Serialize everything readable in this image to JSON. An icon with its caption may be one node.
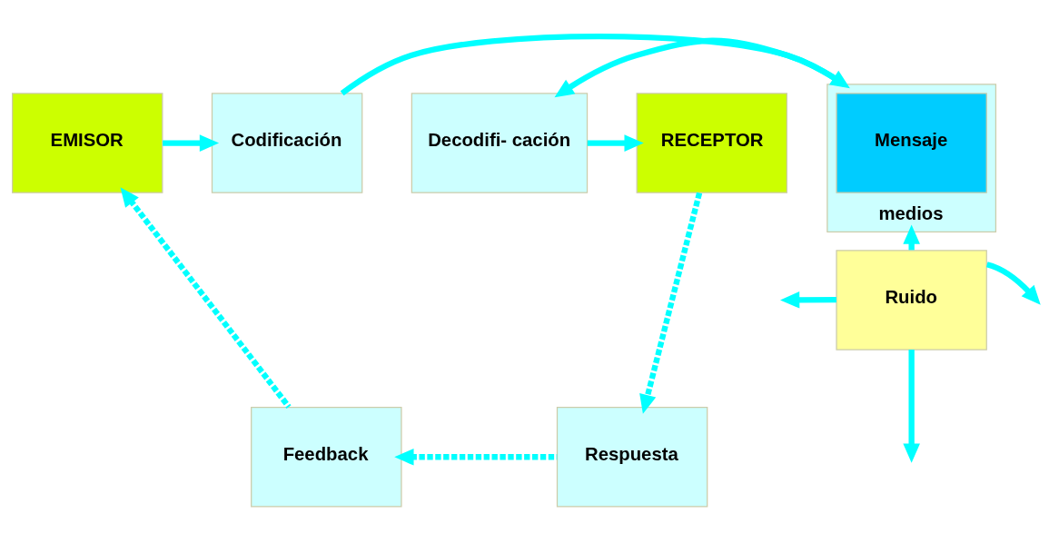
{
  "diagram": {
    "nodes": [
      {
        "text": [
          "EMISOR"
        ]
      },
      {
        "text": [
          "Codificación"
        ]
      },
      {
        "text": [
          "medios"
        ]
      },
      {
        "text": [
          "Mensaje"
        ],
        "in": 2
      },
      {
        "text": [
          "Decodifi- cación"
        ]
      },
      {
        "text": [
          "RECEPTOR"
        ]
      },
      {
        "text": [
          "Ruido"
        ]
      },
      {
        "text": [
          "Feedback"
        ]
      },
      {
        "text": [
          "Respuesta"
        ]
      }
    ],
    "edges": [
      {
        "from": 0,
        "to": 1,
        "arrow": "to"
      },
      {
        "from": 1,
        "to": 2,
        "arrow": "to"
      },
      {
        "from": 2,
        "to": 4,
        "arrow": "to"
      },
      {
        "from": 4,
        "to": 5,
        "arrow": "to"
      },
      {
        "from": 6,
        "to": 2,
        "arrow": "to"
      },
      {
        "from": 6,
        "to": null,
        "arrow": "to"
      },
      {
        "from": 6,
        "to": null,
        "arrow": "to"
      },
      {
        "from": 6,
        "to": null,
        "arrow": "to"
      },
      {
        "from": 5,
        "to": 8,
        "arrow": "to",
        "style": "dashed"
      },
      {
        "from": 8,
        "to": 7,
        "arrow": "to",
        "style": "dashed"
      },
      {
        "from": 7,
        "to": 0,
        "arrow": "to",
        "style": "dashed"
      }
    ]
  }
}
